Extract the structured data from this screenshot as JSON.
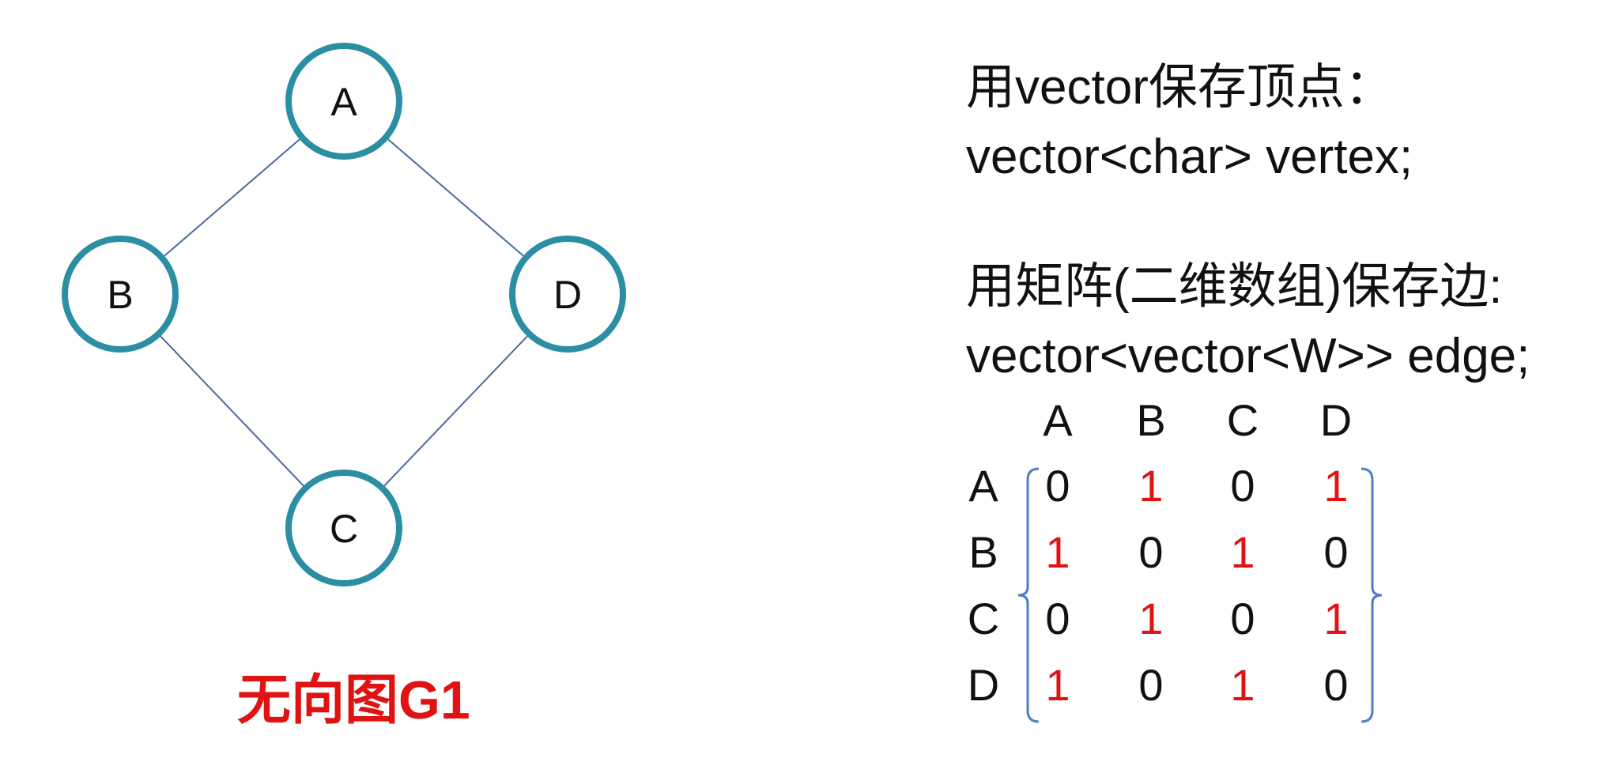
{
  "graph": {
    "nodes": [
      {
        "id": "A",
        "label": "A"
      },
      {
        "id": "B",
        "label": "B"
      },
      {
        "id": "C",
        "label": "C"
      },
      {
        "id": "D",
        "label": "D"
      }
    ],
    "edges": [
      [
        "A",
        "B"
      ],
      [
        "A",
        "D"
      ],
      [
        "B",
        "C"
      ],
      [
        "C",
        "D"
      ]
    ],
    "caption": "无向图G1",
    "colors": {
      "node_stroke": "#2b8ea3",
      "edge": "#4a6a9a",
      "caption": "#e01212"
    }
  },
  "text": {
    "vertex_heading": "用vector保存顶点：",
    "vertex_code": "vector<char>  vertex;",
    "edge_heading": "用矩阵(二维数组)保存边:",
    "edge_code": "vector<vector<W>> edge;"
  },
  "matrix": {
    "col_headers": [
      "A",
      "B",
      "C",
      "D"
    ],
    "row_headers": [
      "A",
      "B",
      "C",
      "D"
    ],
    "values": [
      [
        0,
        1,
        0,
        1
      ],
      [
        1,
        0,
        1,
        0
      ],
      [
        0,
        1,
        0,
        1
      ],
      [
        1,
        0,
        1,
        0
      ]
    ],
    "colors": {
      "one": "#e01212",
      "zero": "#111111",
      "bracket": "#4a7fc4"
    }
  }
}
